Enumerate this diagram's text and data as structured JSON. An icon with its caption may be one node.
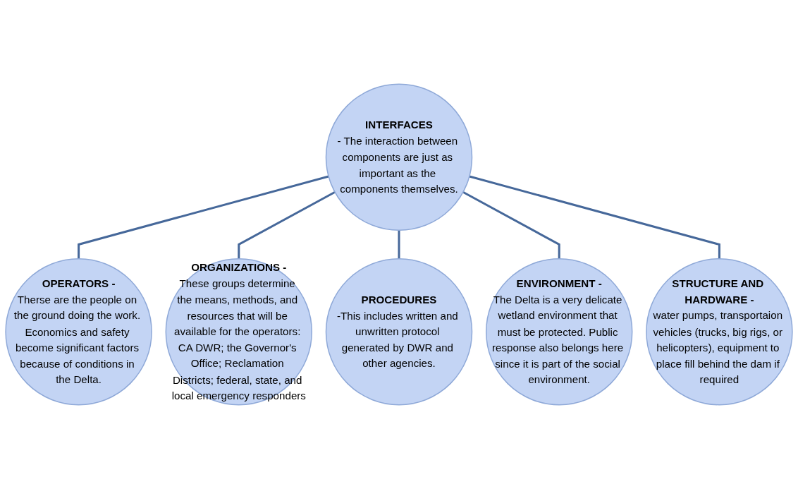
{
  "diagram": {
    "nodes": [
      {
        "text": [
          "OPERATORS -",
          "Therse are the people on the ground doing the work. Economics and safety become significant factors because of conditions in the Delta."
        ]
      },
      {
        "text": [
          "INTERFACES",
          "- The interaction between components are just as important as the components themselves."
        ]
      },
      {
        "text": [
          "ORGANIZATIONS -",
          "These groups determine the means, methods, and resources that will be available for the operators: CA DWR; the Governor's Office; Reclamation Districts; federal, state, and local emergency responders"
        ]
      },
      {
        "text": [
          "PROCEDURES",
          "-This includes written and unwritten protocol generated by DWR and other agencies."
        ]
      },
      {
        "text": [
          "ENVIRONMENT -",
          "The Delta is a very delicate wetland environment that must be protected. Public response also belongs here since it is part of the social environment."
        ]
      },
      {
        "text": [
          "STRUCTURE AND HARDWARE -",
          "water pumps, transportaion vehicles (trucks, big rigs, or helicopters), equipment to place fill behind the dam if required"
        ]
      }
    ],
    "edges": [
      {
        "from": 1,
        "to": 0,
        "arrow": "none"
      },
      {
        "from": 1,
        "to": 2,
        "arrow": "none"
      },
      {
        "from": 1,
        "to": 3,
        "arrow": "none"
      },
      {
        "from": 1,
        "to": 4,
        "arrow": "none"
      },
      {
        "from": 1,
        "to": 5,
        "arrow": "none"
      }
    ]
  }
}
